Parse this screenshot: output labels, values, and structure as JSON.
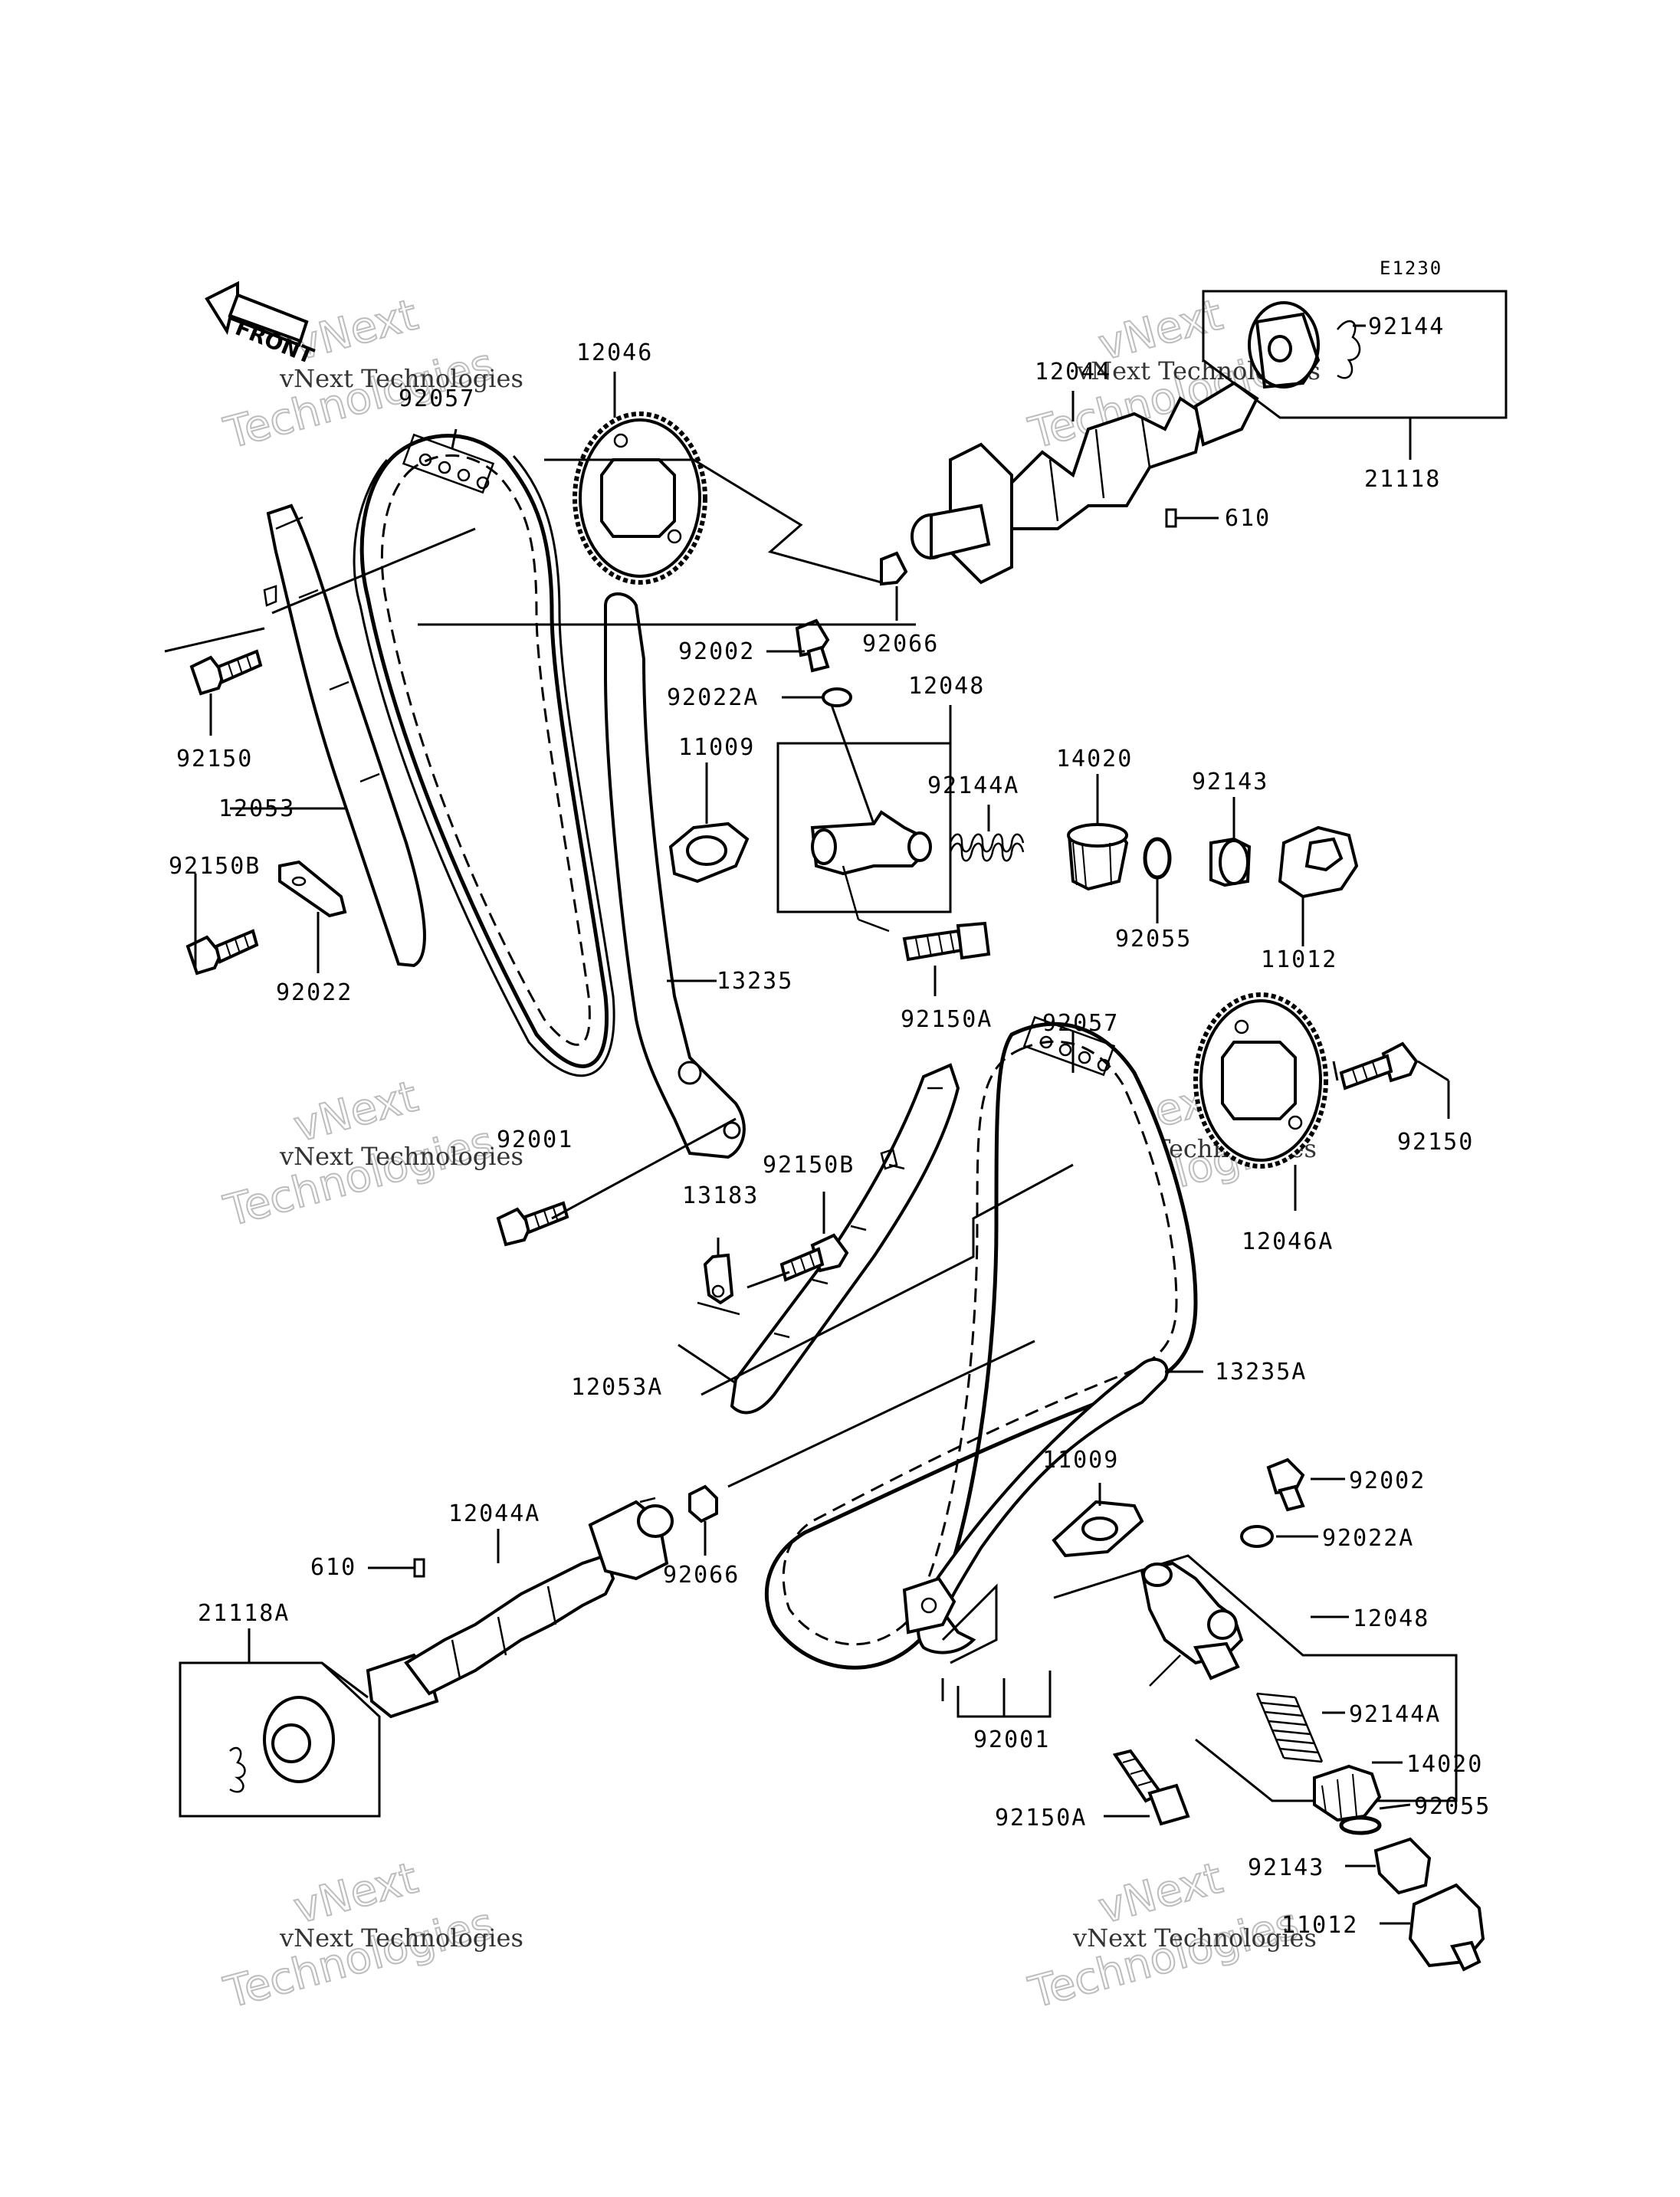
{
  "diagram_code": "E1230",
  "front_label": "FRONT",
  "watermark": {
    "line1": "vNext Technologies",
    "line2": "Technologies",
    "line3": "vNext"
  },
  "labels": {
    "p12046": "12046",
    "p92057_top": "92057",
    "p12044": "12044",
    "p92144": "92144",
    "p21118": "21118",
    "p610_top": "610",
    "p92066_top": "92066",
    "p92002_top": "92002",
    "p92022A_top": "92022A",
    "p12048_top": "12048",
    "p11009_top": "11009",
    "p92144A_top": "92144A",
    "p14020_top": "14020",
    "p92143_top": "92143",
    "p92150_left": "92150",
    "p12053": "12053",
    "p92150B_left": "92150B",
    "p92022": "92022",
    "p92055_top": "92055",
    "p11012_top": "11012",
    "p13235": "13235",
    "p92150A_top": "92150A",
    "p92057_mid": "92057",
    "p92150_right": "92150",
    "p92001_top": "92001",
    "p92150B_mid": "92150B",
    "p13183": "13183",
    "p12046A": "12046A",
    "p12053A": "12053A",
    "p13235A": "13235A",
    "p11009_bot": "11009",
    "p92002_bot": "92002",
    "p12044A": "12044A",
    "p610_bot": "610",
    "p92022A_bot": "92022A",
    "p92066_bot": "92066",
    "p21118A": "21118A",
    "p12048_bot": "12048",
    "p92144A_bot": "92144A",
    "p92001_bot": "92001",
    "p14020_bot": "14020",
    "p92150A_bot": "92150A",
    "p92055_bot": "92055",
    "p92143_bot": "92143",
    "p11012_bot": "11012"
  }
}
